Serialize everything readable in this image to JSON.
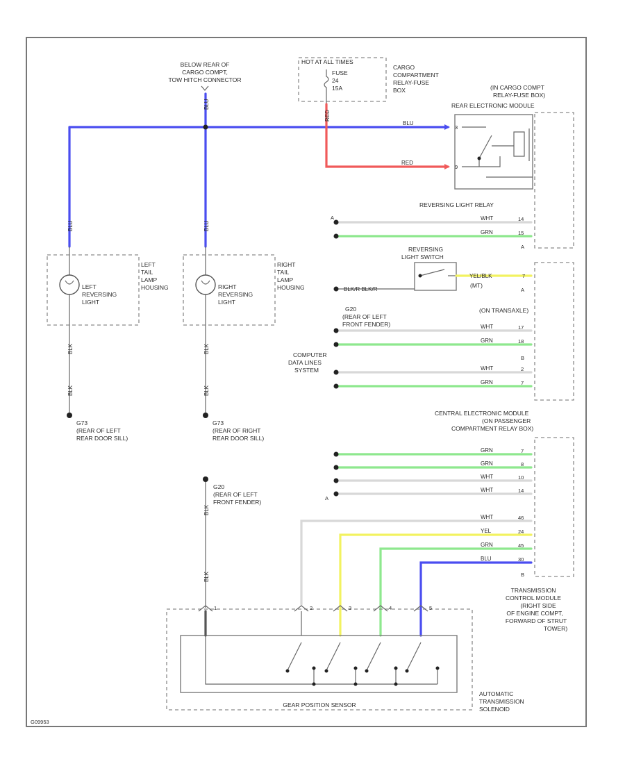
{
  "colors": {
    "blu": "#4a4df0",
    "red": "#f05a5a",
    "grn": "#8ee88e",
    "wht": "#d8d8d8",
    "yel": "#f2f260",
    "blk": "#555555",
    "frame": "#7a7a7a"
  },
  "labels": {
    "tow_hitch": [
      "BELOW REAR OF",
      "CARGO COMPT,",
      "TOW HITCH CONNECTOR"
    ],
    "hot_at_all_times": "HOT AT ALL TIMES",
    "fuse_lines": [
      "FUSE",
      "24",
      "15A"
    ],
    "cargo_relay_fuse_box": [
      "CARGO",
      "COMPARTMENT",
      "RELAY-FUSE",
      "BOX"
    ],
    "rem_location": [
      "(IN CARGO COMPT",
      "RELAY-FUSE BOX)"
    ],
    "rem_title": "REAR ELECTRONIC MODULE",
    "reversing_light_relay": "REVERSING LIGHT RELAY",
    "left_housing": [
      "LEFT",
      "TAIL",
      "LAMP",
      "HOUSING"
    ],
    "right_housing": [
      "RIGHT",
      "TAIL",
      "LAMP",
      "HOUSING"
    ],
    "left_reversing_light": [
      "LEFT",
      "REVERSING",
      "LIGHT"
    ],
    "right_reversing_light": [
      "RIGHT",
      "REVERSING",
      "LIGHT"
    ],
    "reversing_light_switch": [
      "REVERSING",
      "LIGHT SWITCH"
    ],
    "on_transaxle": "(ON TRANSAXLE)",
    "mt_note": "(MT)",
    "g20_upper": [
      "G20",
      "(REAR OF LEFT",
      "FRONT FENDER)"
    ],
    "computer_data_lines": [
      "COMPUTER",
      "DATA LINES",
      "SYSTEM"
    ],
    "cem": [
      "CENTRAL ELECTRONIC MODULE",
      "(ON PASSENGER",
      "COMPARTMENT RELAY BOX)"
    ],
    "g73_left": [
      "G73",
      "(REAR OF LEFT",
      "REAR DOOR SILL)"
    ],
    "g73_right": [
      "G73",
      "(REAR OF RIGHT",
      "REAR DOOR SILL)"
    ],
    "g20_lower": [
      "G20",
      "(REAR OF LEFT",
      "FRONT FENDER)"
    ],
    "tcm": [
      "TRANSMISSION",
      "CONTROL MODULE",
      "(RIGHT SIDE",
      "OF ENGINE COMPT,",
      "FORWARD OF STRUT",
      "TOWER)"
    ],
    "gear_position_sensor": "GEAR POSITION SENSOR",
    "at_solenoid": [
      "AUTOMATIC",
      "TRANSMISSION",
      "SOLENOID"
    ],
    "ground_switch_text": "BLK/R  BLK/R",
    "figure_code": "G09953"
  },
  "wires": {
    "blu": "BLU",
    "red": "RED",
    "wht": "WHT",
    "grn": "GRN",
    "yel": "YEL",
    "yel_blk": "YEL/BLK",
    "blk": "BLK",
    "blk_r": "BLK/R"
  },
  "pins": {
    "rem_relay": [
      "3",
      "9"
    ],
    "rem_data": [
      "14",
      "15"
    ],
    "cem_upper": [
      "7",
      "17",
      "18",
      "2",
      "7"
    ],
    "cem_lower": [
      "7",
      "8",
      "10",
      "14",
      "46",
      "24",
      "45",
      "30"
    ],
    "tcm_sensor": [
      "1",
      "2",
      "3",
      "4",
      "5"
    ]
  },
  "misc": {
    "a_markers": [
      "A",
      "A",
      "A",
      "A"
    ],
    "b_markers": [
      "B",
      "B"
    ]
  }
}
